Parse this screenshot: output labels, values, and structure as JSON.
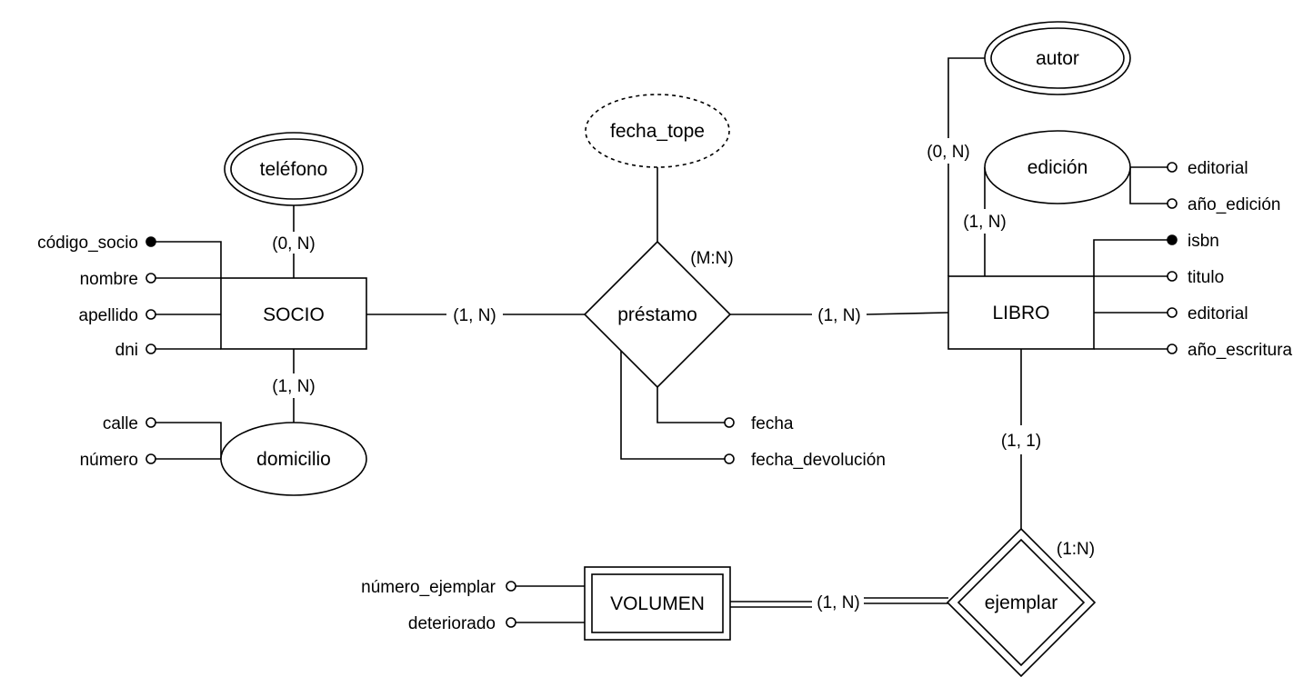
{
  "entities": {
    "socio": "SOCIO",
    "libro": "LIBRO",
    "volumen": "VOLUMEN"
  },
  "relationships": {
    "prestamo": "préstamo",
    "ejemplar": "ejemplar"
  },
  "attributes": {
    "telefono": "teléfono",
    "domicilio": "domicilio",
    "fecha_tope": "fecha_tope",
    "autor": "autor",
    "edicion": "edición",
    "codigo_socio": "código_socio",
    "nombre": "nombre",
    "apellido": "apellido",
    "dni": "dni",
    "calle": "calle",
    "numero": "número",
    "fecha": "fecha",
    "fecha_devolucion": "fecha_devolución",
    "isbn": "isbn",
    "titulo": "titulo",
    "editorial_libro": "editorial",
    "anio_escritura": "año_escritura",
    "editorial_edicion": "editorial",
    "anio_edicion": "año_edición",
    "numero_ejemplar": "número_ejemplar",
    "deteriorado": "deteriorado"
  },
  "cardinalities": {
    "telefono": "(0, N)",
    "domicilio": "(1, N)",
    "socio_prestamo": "(1, N)",
    "libro_prestamo": "(1, N)",
    "autor": "(0, N)",
    "edicion": "(1, N)",
    "libro_ejemplar": "(1, 1)",
    "volumen_ejemplar": "(1, N)"
  },
  "relationship_types": {
    "prestamo": "(M:N)",
    "ejemplar": "(1:N)"
  }
}
